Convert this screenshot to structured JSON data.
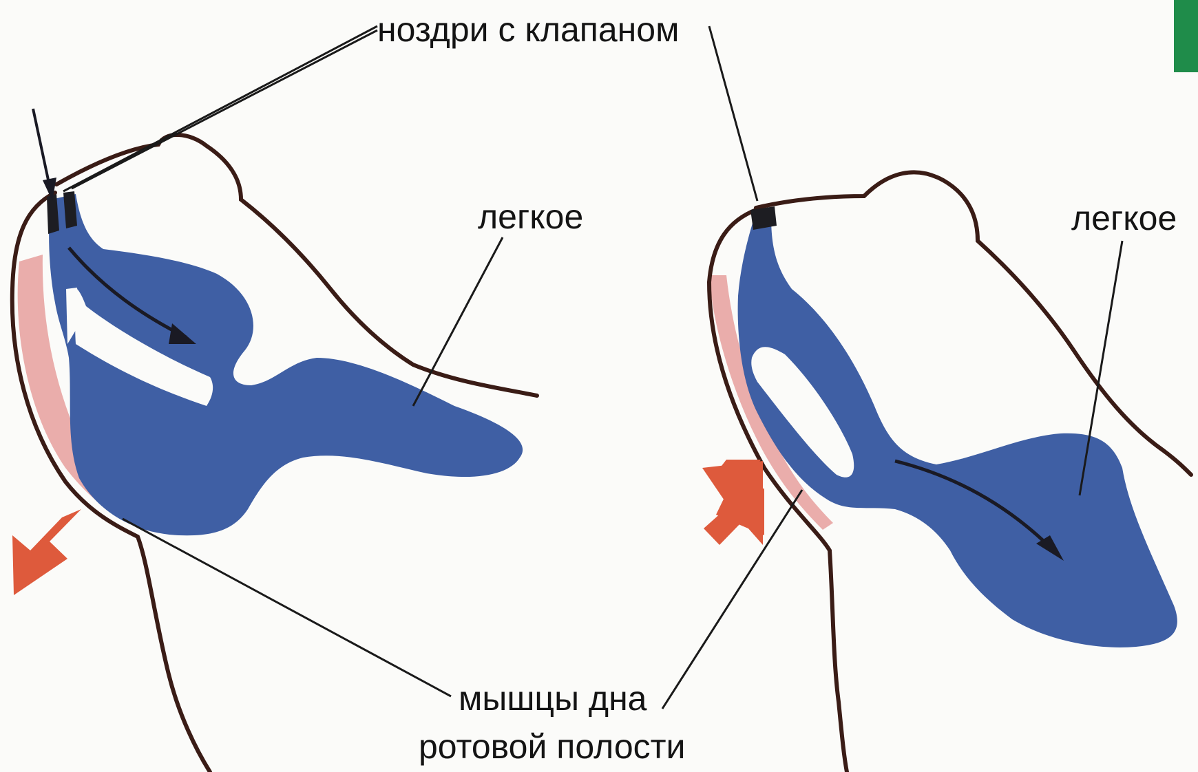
{
  "labels": {
    "nostrils": "ноздри с клапаном",
    "lung_left": "легкое",
    "lung_right": "легкое",
    "muscles_line1": "мышцы дна",
    "muscles_line2": "ротовой полости"
  },
  "colors": {
    "body_outline": "#3a1c16",
    "airway_blue": "#3f5fa4",
    "muscle_pink": "#e8a4a2",
    "arrow_red": "#de5a3c",
    "flow_arrow": "#1a1a24",
    "valve_dark": "#1d1d22",
    "corner_tab": "#1f8c4a"
  }
}
